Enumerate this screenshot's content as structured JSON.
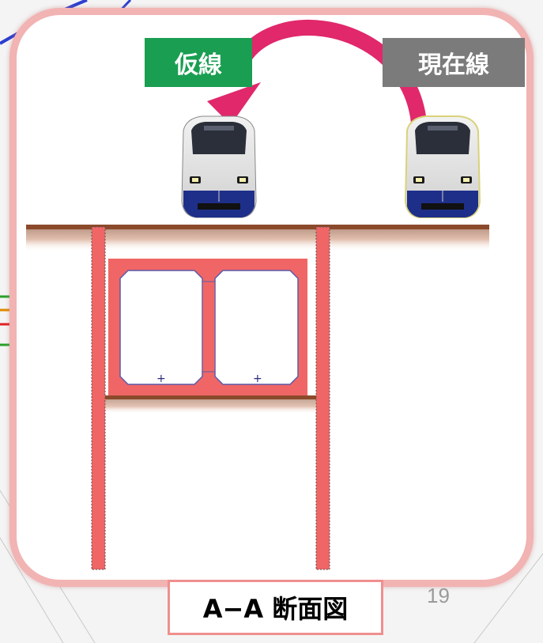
{
  "labels": {
    "temporary_line": "仮線",
    "current_line": "現在線"
  },
  "caption": "A−A 断面図",
  "page_number": "19",
  "colors": {
    "temporary_label_bg": "#1a9e52",
    "current_label_bg": "#7b7b7b",
    "arrow": "#e0286b",
    "structure_fill": "#f06666",
    "ground": "#8b4a2b",
    "panel_border": "#f2b3b3",
    "caption_border": "#f08f8f"
  }
}
